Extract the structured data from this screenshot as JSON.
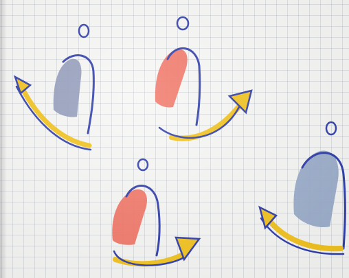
{
  "scene": {
    "description_items": [
      {
        "figure": "figure-top-left",
        "fill": "grey-blue",
        "arrow_direction": "up-left"
      },
      {
        "figure": "figure-top-middle",
        "fill": "red-orange",
        "arrow_direction": "up-right"
      },
      {
        "figure": "figure-bottom-middle",
        "fill": "red-orange",
        "arrow_direction": "right"
      },
      {
        "figure": "figure-bottom-right",
        "fill": "light-blue",
        "arrow_direction": "left"
      }
    ]
  },
  "colors": {
    "paper": "#f6f6f4",
    "grid": "#a8b2c0",
    "outline": "#2b3aa8",
    "arrow_fill": "#f2c21a",
    "grey_blue_fill": "#8a94b6",
    "red_fill": "#f06a5a",
    "light_blue_fill": "#93a6c7"
  }
}
